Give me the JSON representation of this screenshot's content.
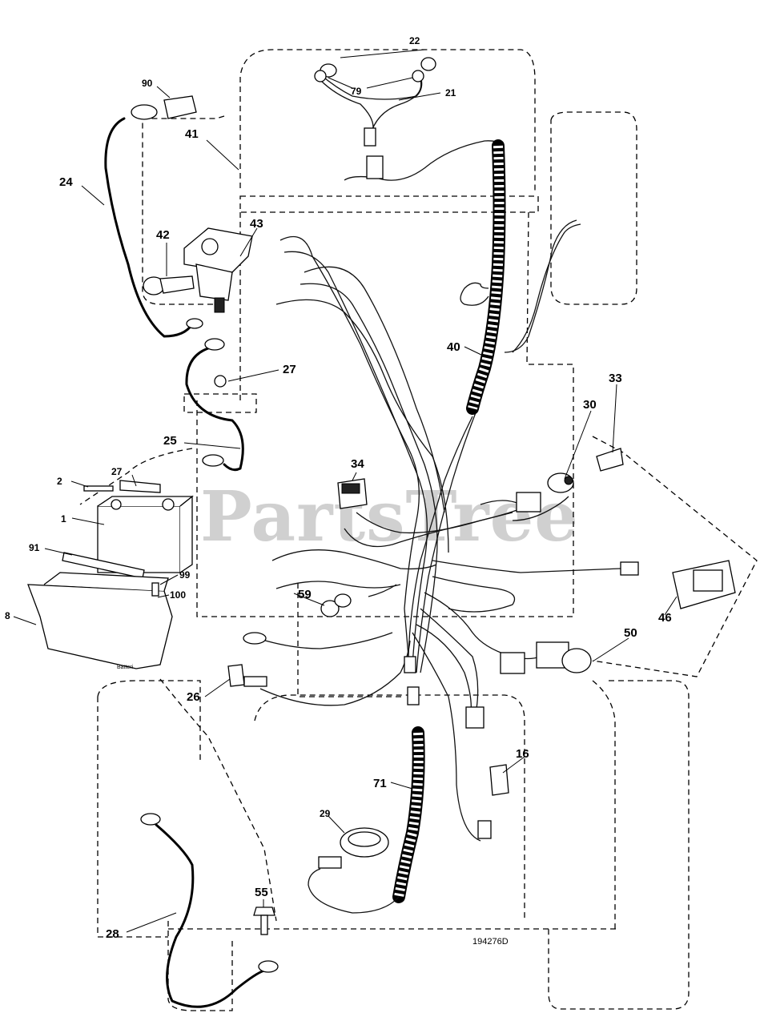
{
  "diagram": {
    "drawing_number": "194276D",
    "watermark": "PartsTree",
    "battery_stamp": "Batteri",
    "callouts": [
      "1",
      "2",
      "8",
      "16",
      "21",
      "22",
      "24",
      "25",
      "26",
      "27",
      "27",
      "28",
      "29",
      "30",
      "33",
      "34",
      "40",
      "41",
      "42",
      "43",
      "46",
      "50",
      "55",
      "59",
      "71",
      "79",
      "90",
      "91",
      "99",
      "100"
    ]
  }
}
